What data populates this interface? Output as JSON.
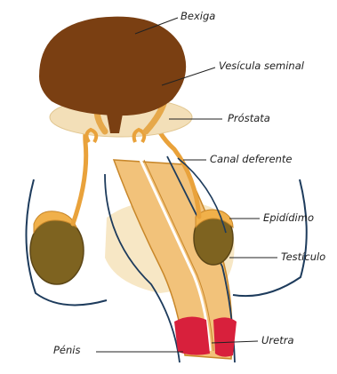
{
  "labels": {
    "bexiga": "Bexiga",
    "vesicula_seminal": "Vesícula seminal",
    "prostata": "Próstata",
    "canal_deferente": "Canal deferente",
    "epididimo": "Epidídimo",
    "testiculo": "Testículo",
    "uretra": "Uretra",
    "penis": "Pénis"
  },
  "colors": {
    "bladder": "#7a3f12",
    "seminal_vesicle": "#e6a84a",
    "prostate": "#f3dfb8",
    "vas_deferens": "#e9a23b",
    "testis": "#7e6320",
    "epididymis": "#f0b04a",
    "penis": "#f2c27a",
    "urethra_tip": "#d8203c",
    "outline": "#1d3b5c",
    "leader_line": "#222222"
  }
}
